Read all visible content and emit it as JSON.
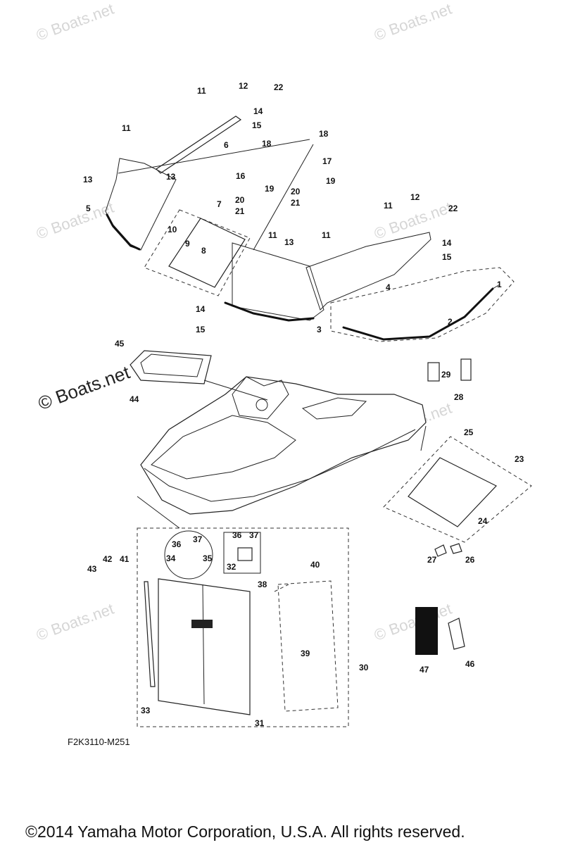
{
  "diagram": {
    "code": "F2K3110-M251",
    "copyright": "©2014 Yamaha Motor Corporation, U.S.A. All rights reserved.",
    "watermark": "© Boats.net",
    "part_numbers": [
      "1",
      "2",
      "3",
      "4",
      "5",
      "6",
      "7",
      "8",
      "9",
      "10",
      "11",
      "12",
      "13",
      "14",
      "15",
      "16",
      "17",
      "18",
      "19",
      "20",
      "21",
      "22",
      "23",
      "24",
      "25",
      "26",
      "27",
      "28",
      "29",
      "30",
      "31",
      "32",
      "33",
      "34",
      "35",
      "36",
      "37",
      "38",
      "39",
      "40",
      "41",
      "42",
      "43",
      "44",
      "45",
      "46",
      "47"
    ]
  }
}
